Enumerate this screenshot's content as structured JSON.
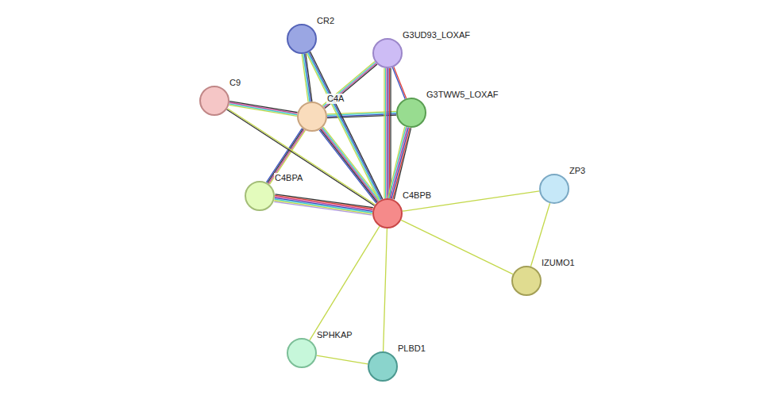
{
  "diagram": {
    "nodes": [
      {
        "text": [
          "CR2"
        ]
      },
      {
        "text": [
          "G3UD93_LOXAF"
        ]
      },
      {
        "text": [
          "C9"
        ]
      },
      {
        "text": [
          "C4A"
        ]
      },
      {
        "text": [
          "G3TWW5_LOXAF"
        ]
      },
      {
        "text": [
          "C4BPA"
        ]
      },
      {
        "text": [
          "C4BPB"
        ]
      },
      {
        "text": [
          "ZP3"
        ]
      },
      {
        "text": [
          "IZUMO1"
        ]
      },
      {
        "text": [
          "SPHKAP"
        ]
      },
      {
        "text": [
          "PLBD1"
        ]
      }
    ],
    "edges": [
      {
        "from": 3,
        "to": 0,
        "arrow": "none"
      },
      {
        "from": 3,
        "to": 1,
        "arrow": "none"
      },
      {
        "from": 3,
        "to": 2,
        "arrow": "none"
      },
      {
        "from": 3,
        "to": 4,
        "arrow": "none"
      },
      {
        "from": 3,
        "to": 5,
        "arrow": "none"
      },
      {
        "from": 3,
        "to": 6,
        "arrow": "none"
      },
      {
        "from": 6,
        "to": 0,
        "arrow": "none"
      },
      {
        "from": 6,
        "to": 1,
        "arrow": "none"
      },
      {
        "from": 6,
        "to": 4,
        "arrow": "none"
      },
      {
        "from": 6,
        "to": 2,
        "arrow": "none"
      },
      {
        "from": 6,
        "to": 5,
        "arrow": "none"
      },
      {
        "from": 6,
        "to": 7,
        "arrow": "none"
      },
      {
        "from": 6,
        "to": 8,
        "arrow": "none"
      },
      {
        "from": 6,
        "to": 9,
        "arrow": "none"
      },
      {
        "from": 6,
        "to": 10,
        "arrow": "none"
      },
      {
        "from": 7,
        "to": 8,
        "arrow": "none"
      },
      {
        "from": 9,
        "to": 10,
        "arrow": "none"
      },
      {
        "from": 1,
        "to": 4,
        "arrow": "none"
      }
    ]
  }
}
